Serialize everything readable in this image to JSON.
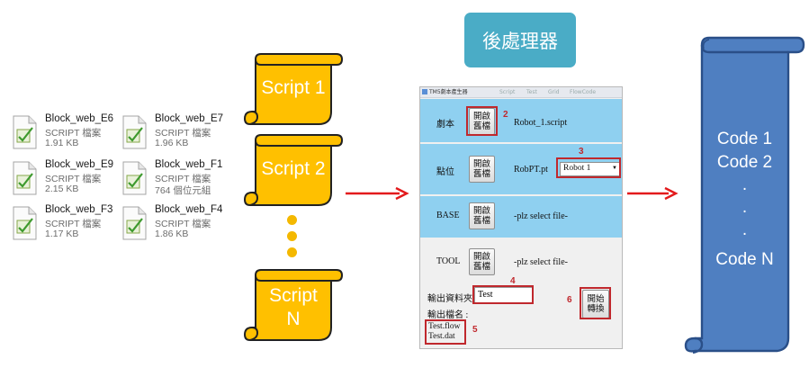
{
  "files": [
    {
      "name": "Block_web_E6",
      "type": "SCRIPT 檔案",
      "size": "1.91 KB"
    },
    {
      "name": "Block_web_E7",
      "type": "SCRIPT 檔案",
      "size": "1.96 KB"
    },
    {
      "name": "Block_web_E9",
      "type": "SCRIPT 檔案",
      "size": "2.15 KB"
    },
    {
      "name": "Block_web_F1",
      "type": "SCRIPT 檔案",
      "size": "764 個位元組"
    },
    {
      "name": "Block_web_F3",
      "type": "SCRIPT 檔案",
      "size": "1.17 KB"
    },
    {
      "name": "Block_web_F4",
      "type": "SCRIPT 檔案",
      "size": "1.86 KB"
    }
  ],
  "scripts": {
    "s1": "Script 1",
    "s2": "Script 2",
    "sn_line1": "Script",
    "sn_line2": "N"
  },
  "post_processor_label": "後處理器",
  "app": {
    "title": "TM5劇本產生器",
    "ghost_tabs": [
      "Script",
      "Test",
      "Grid",
      "FlowCode"
    ],
    "panels": {
      "script": {
        "label": "劇本",
        "button": "開啟\n舊檔",
        "value": "Robot_1.script"
      },
      "point": {
        "label": "點位",
        "button": "開啟\n舊檔",
        "value": "RobPT.pt",
        "select": "Robot 1"
      },
      "base": {
        "label": "BASE",
        "button": "開啟\n舊檔",
        "value": "-plz select file-"
      },
      "tool": {
        "label": "TOOL",
        "button": "開啟\n舊檔",
        "value": "-plz select file-"
      }
    },
    "output_folder_label": "輸出資料夾",
    "output_folder_value": "Test",
    "output_name_label": "輸出檔名 :",
    "output_files": [
      "Test.flow",
      "Test.dat"
    ],
    "convert_button": "開始\n轉換",
    "markers": [
      "2",
      "3",
      "4",
      "5",
      "6"
    ]
  },
  "code_lines": [
    "Code 1",
    "Code 2",
    ".",
    ".",
    ".",
    "Code N"
  ],
  "colors": {
    "scroll_fill": "#ffc000",
    "dots": "#f4b800",
    "label_bg": "#4aacc6",
    "panel_bg": "#8fd0f0",
    "code_scroll": "#4f7fc1",
    "arrow": "#e31a1c",
    "highlight": "#c0282d"
  }
}
